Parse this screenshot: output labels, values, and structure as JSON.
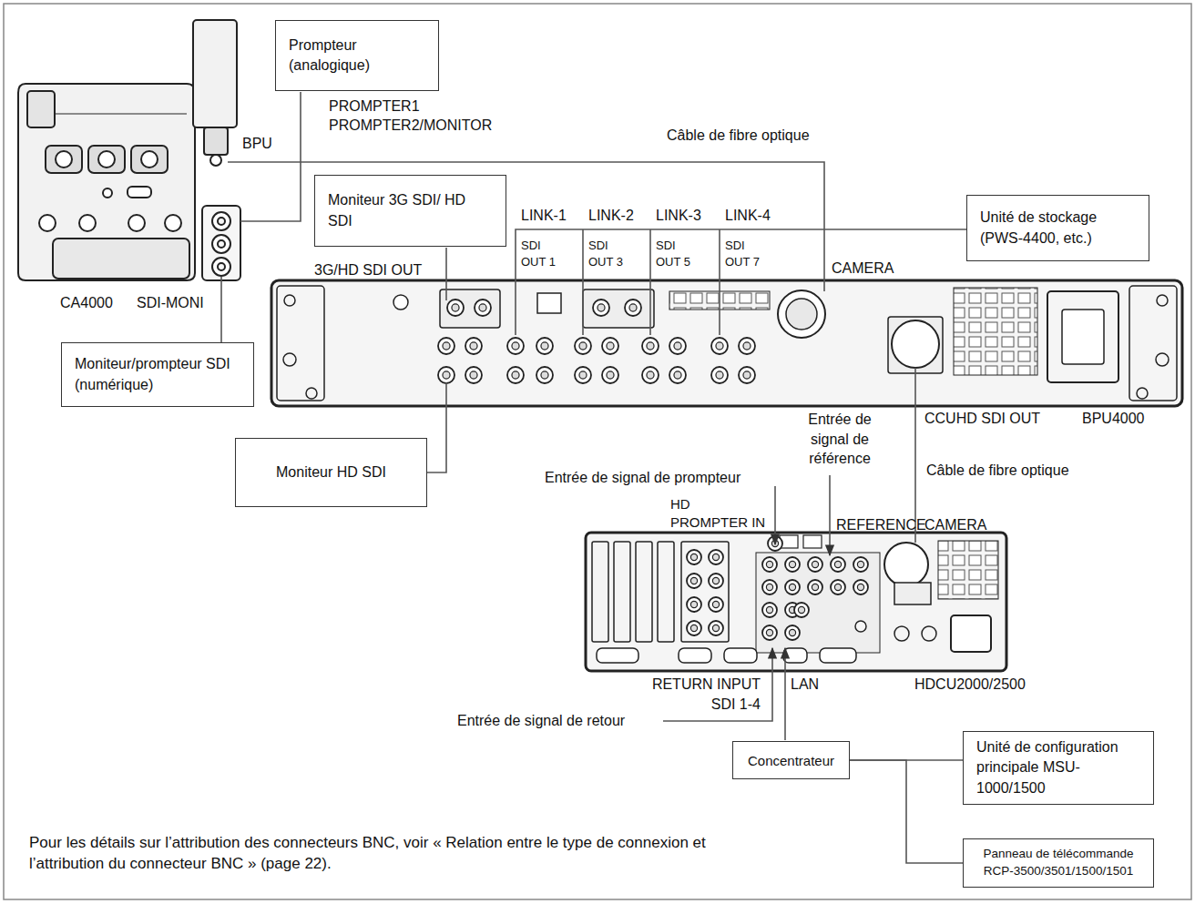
{
  "diagram": {
    "nodes": [
      {
        "text": [
          "Prompteur (analogique)"
        ]
      },
      {
        "text": [
          "Moniteur 3G SDI/ HD SDI"
        ]
      },
      {
        "text": [
          "Unité de stockage (PWS-4400, etc.)"
        ]
      },
      {
        "text": [
          "Moniteur/prompteur SDI (numérique)"
        ]
      },
      {
        "text": [
          "Moniteur HD SDI"
        ]
      },
      {
        "text": [
          "Concentrateur"
        ]
      },
      {
        "text": [
          "Unité de configuration principale MSU-1000/1500"
        ]
      },
      {
        "text": [
          "Panneau de télécommande RCP-3500/3501/1500/1501"
        ]
      }
    ],
    "edges": [
      {
        "from": 5,
        "to": 6,
        "arrow": "none"
      },
      {
        "from": 5,
        "to": 7,
        "arrow": "none"
      }
    ],
    "labels": [
      "PROMPTER1",
      "PROMPTER2/MONITOR",
      "BPU",
      "Câble de fibre optique",
      "LINK-1",
      "LINK-2",
      "LINK-3",
      "LINK-4",
      "SDI OUT 1",
      "SDI OUT 3",
      "SDI OUT 5",
      "SDI OUT 7",
      "3G/HD SDI OUT",
      "CAMERA",
      "CA4000",
      "SDI-MONI",
      "Entrée de signal de référence",
      "CCUHD SDI OUT",
      "BPU4000",
      "Câble de fibre optique",
      "Entrée de signal de prompteur",
      "HD PROMPTER IN",
      "REFERENCE",
      "CAMERA",
      "RETURN INPUT SDI 1-4",
      "LAN",
      "HDCU2000/2500",
      "Entrée de signal de retour",
      "Pour les détails sur l’attribution des connecteurs BNC, voir « Relation entre le type de connexion et l’attribution du connecteur BNC » (page 22)."
    ]
  }
}
